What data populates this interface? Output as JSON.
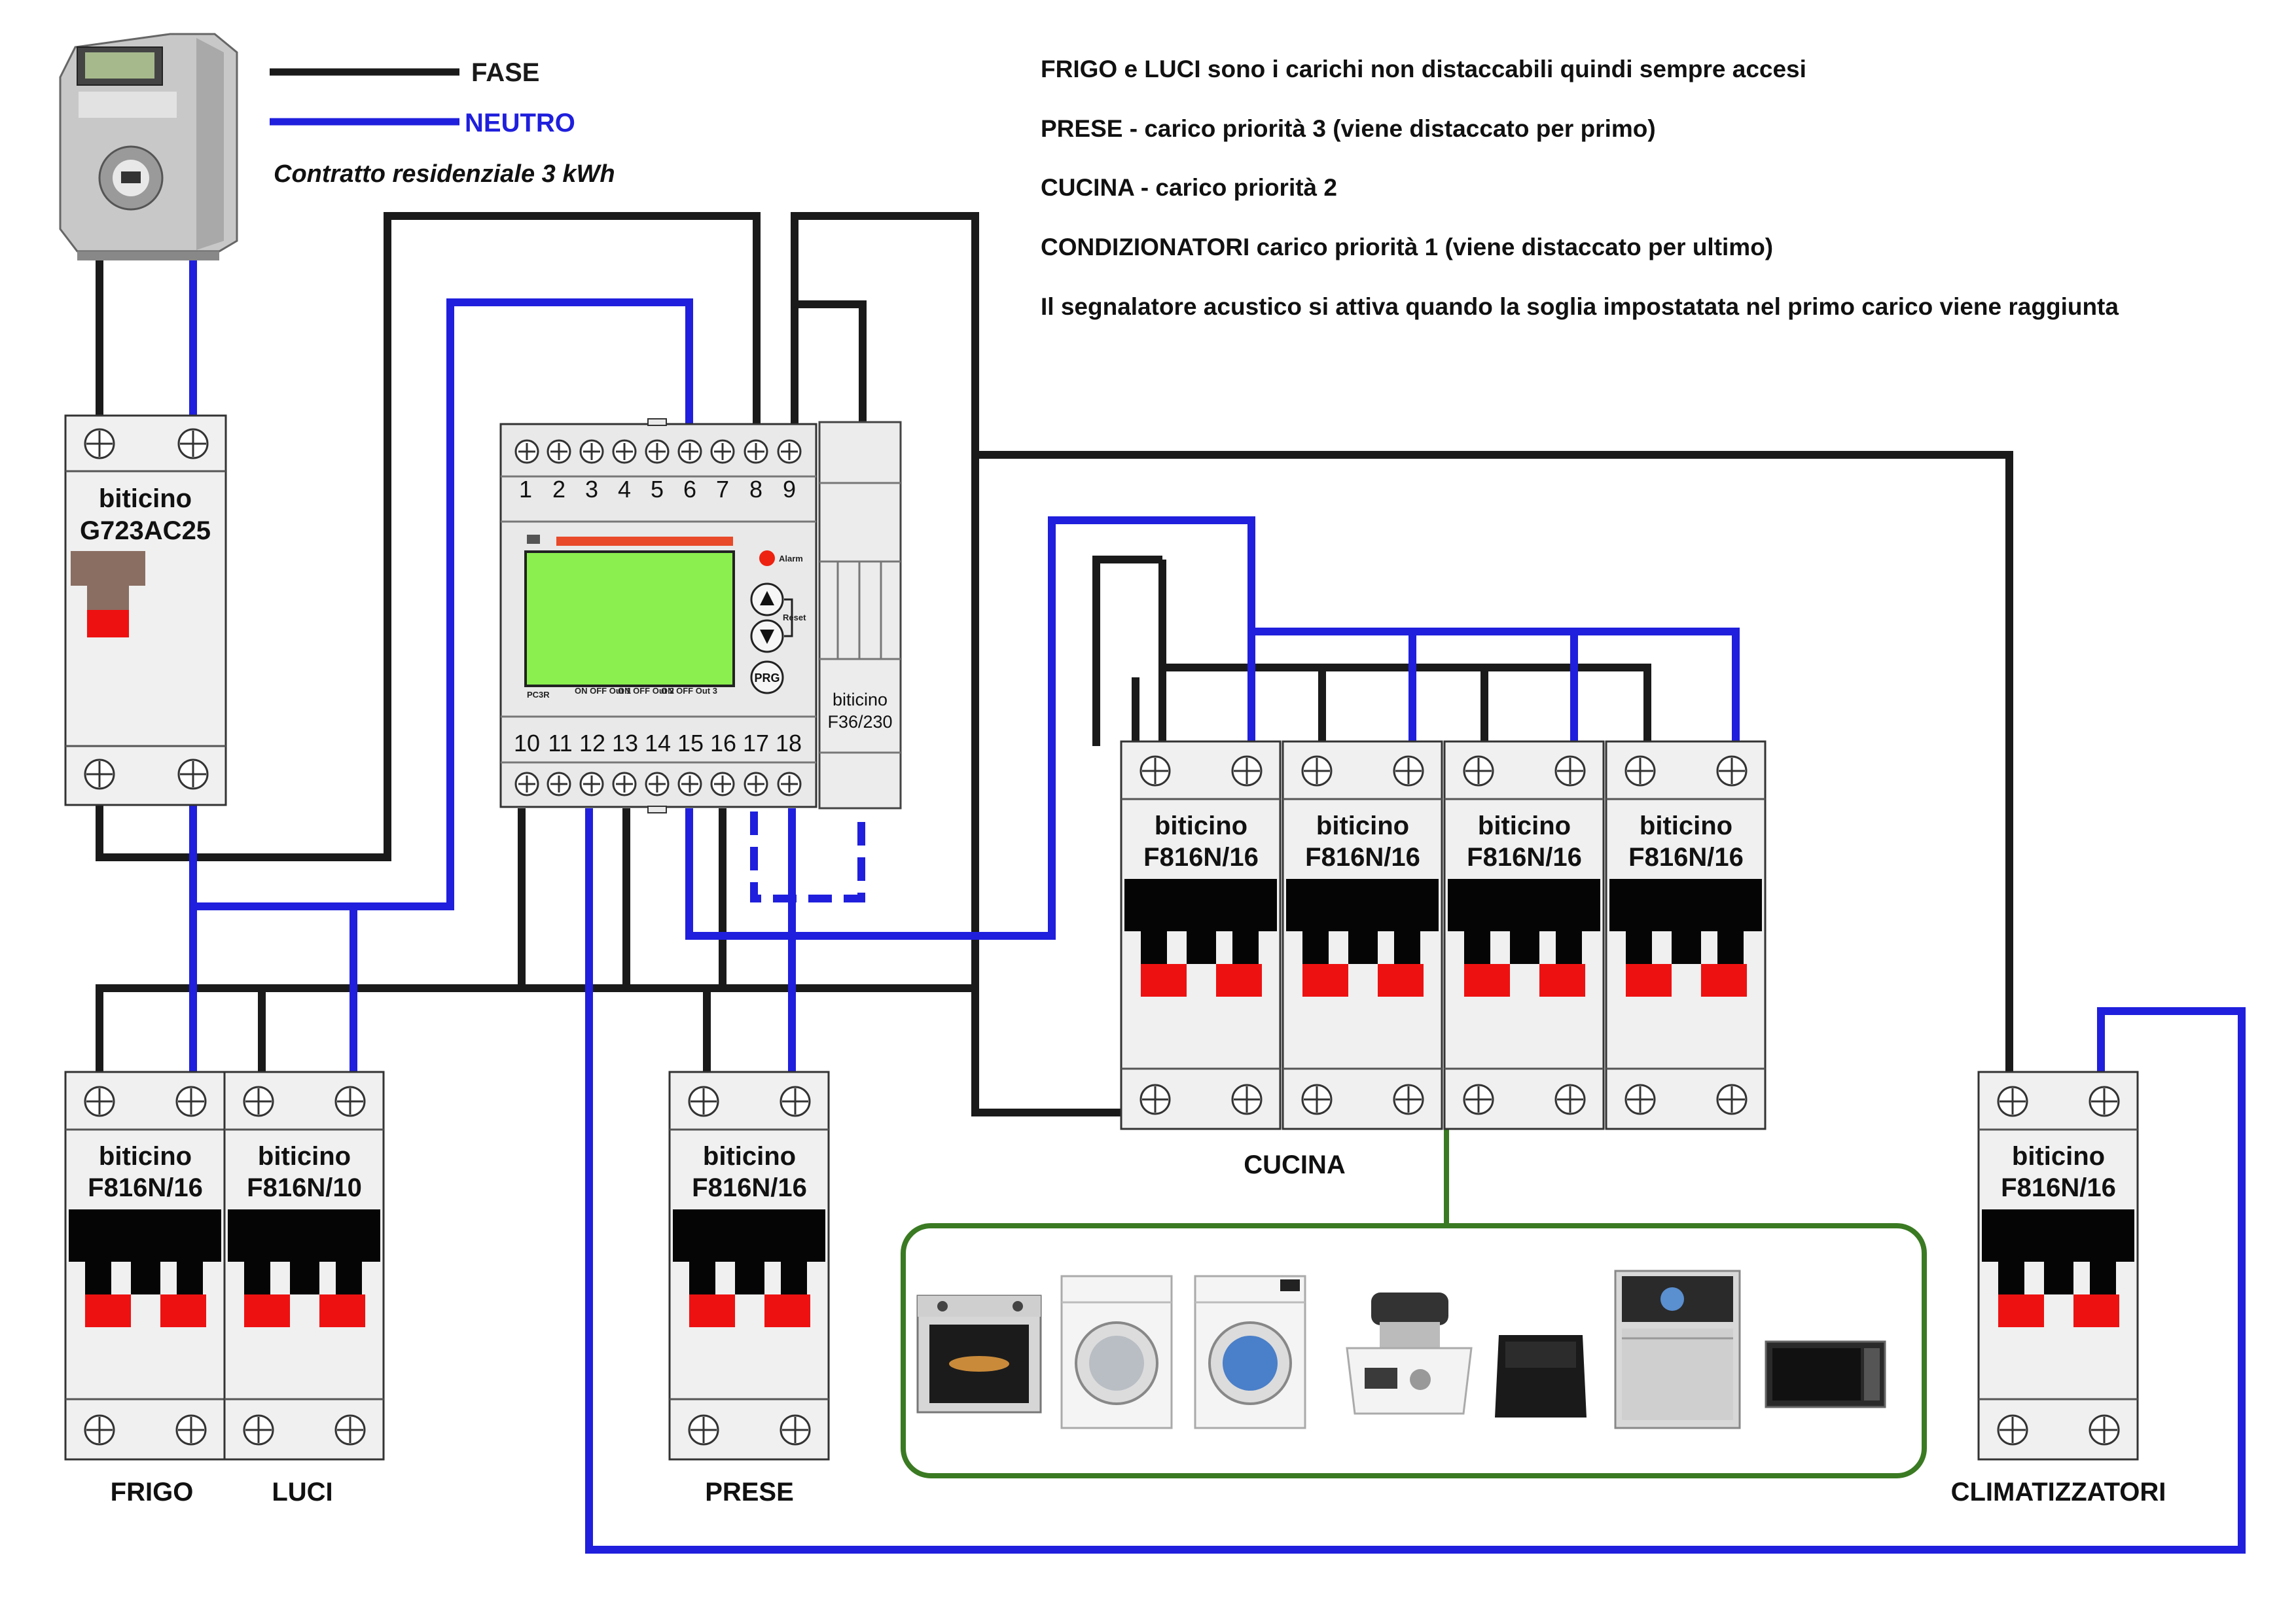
{
  "legend": {
    "fase_label": "FASE",
    "neutro_label": "NEUTRO",
    "contract": "Contratto residenziale 3 kWh",
    "fase_color": "#1a1a1a",
    "neutro_color": "#1f1fdd"
  },
  "notes": [
    "FRIGO e LUCI sono i carichi non distaccabili quindi sempre accesi",
    "PRESE - carico priorità 3 (viene distaccato per primo)",
    "CUCINA - carico priorità 2",
    "CONDIZIONATORI carico priorità 1 (viene distaccato per ultimo)",
    "Il segnalatore acustico si attiva quando la soglia impostatata nel primo carico viene raggiunta"
  ],
  "main_breaker": {
    "brand": "biticino",
    "model": "G723AC25"
  },
  "controller": {
    "top_terminals": [
      "1",
      "2",
      "3",
      "4",
      "5",
      "6",
      "7",
      "8",
      "9"
    ],
    "bottom_terminals": [
      "10",
      "11",
      "12",
      "13",
      "14",
      "15",
      "16",
      "17",
      "18"
    ],
    "model_label": "PC3R",
    "alarm_label": "Alarm",
    "reset_label": "Reset",
    "prg_label": "PRG",
    "out_labels": [
      "ON OFF Out 1",
      "ON OFF Out 2",
      "ON OFF Out 3"
    ],
    "screen_color": "#8aef4f",
    "icons": [
      "up-arrow-icon",
      "down-arrow-icon"
    ]
  },
  "buzzer": {
    "brand": "biticino",
    "model": "F36/230"
  },
  "breakers": {
    "frigo": {
      "brand": "biticino",
      "model": "F816N/16",
      "label": "FRIGO"
    },
    "luci": {
      "brand": "biticino",
      "model": "F816N/10",
      "label": "LUCI"
    },
    "prese": {
      "brand": "biticino",
      "model": "F816N/16",
      "label": "PRESE"
    },
    "cucina": {
      "brand": "biticino",
      "model": "F816N/16",
      "label": "CUCINA"
    },
    "clima": {
      "brand": "biticino",
      "model": "F816N/16",
      "label": "CLIMATIZZATORI"
    }
  },
  "appliances": [
    "oven-icon",
    "washing-machine-icon",
    "dryer-icon",
    "food-processor-icon",
    "air-fryer-icon",
    "dishwasher-icon",
    "microwave-icon"
  ],
  "colors": {
    "toggle_red": "#ee1111",
    "appliance_frame": "#3a7a22",
    "main_handle": "#8a6e62"
  }
}
